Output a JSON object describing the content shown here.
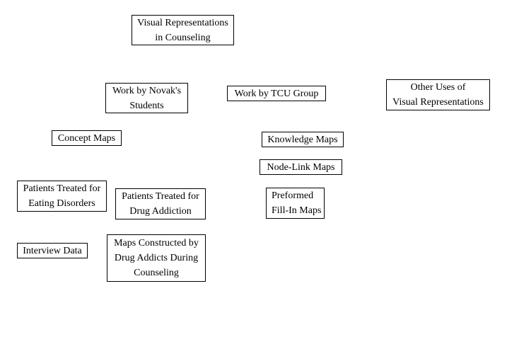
{
  "diagram": {
    "type": "concept-map",
    "title": "Visual Representations in Counseling",
    "colors": {
      "background": "#ffffff",
      "box_fill": "#ffffff",
      "box_border": "#000000",
      "text": "#000000"
    },
    "nodes": {
      "visual_representations": {
        "label": "Visual Representations\nin Counseling"
      },
      "novak_students": {
        "label": "Work by Novak's\nStudents"
      },
      "tcu_group": {
        "label": "Work by TCU Group"
      },
      "other_uses": {
        "label": "Other Uses of\nVisual Representations"
      },
      "concept_maps": {
        "label": "Concept Maps"
      },
      "knowledge_maps": {
        "label": "Knowledge Maps"
      },
      "node_link_maps": {
        "label": "Node-Link Maps"
      },
      "preformed_fill_in": {
        "label": "Preformed\nFill-In Maps"
      },
      "eating_disorders": {
        "label": "Patients Treated for\nEating Disorders"
      },
      "drug_addiction": {
        "label": "Patients Treated for\nDrug Addiction"
      },
      "interview_data": {
        "label": "Interview Data"
      },
      "maps_constructed": {
        "label": "Maps Constructed by\nDrug Addicts During\nCounseling"
      }
    }
  }
}
